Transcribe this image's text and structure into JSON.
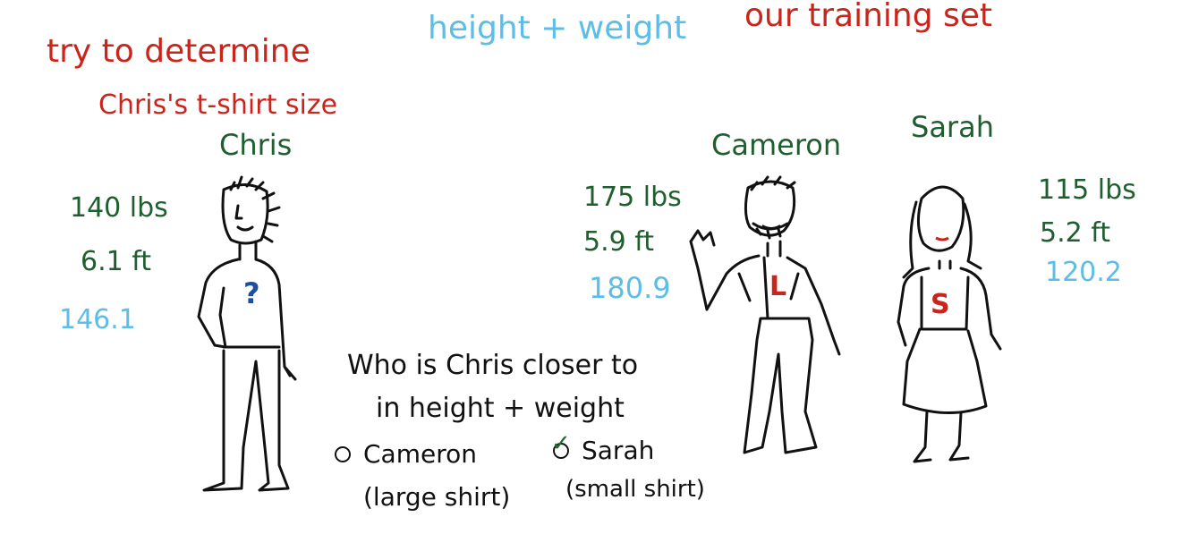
{
  "headings": {
    "task_line1": "try to determine",
    "task_line2": "Chris's t-shirt size",
    "features": "height + weight",
    "training_set": "our training set"
  },
  "people": [
    {
      "name": "Chris",
      "weight": "140 lbs",
      "height": "6.1 ft",
      "sum": "146.1",
      "shirt_letter": "?"
    },
    {
      "name": "Cameron",
      "weight": "175 lbs",
      "height": "5.9 ft",
      "sum": "180.9",
      "shirt_letter": "L"
    },
    {
      "name": "Sarah",
      "weight": "115 lbs",
      "height": "5.2 ft",
      "sum": "120.2",
      "shirt_letter": "S"
    }
  ],
  "question": {
    "line1": "Who is Chris closer to",
    "line2": "in height + weight",
    "options": [
      {
        "label": "Cameron",
        "sub": "(large shirt)",
        "selected": false
      },
      {
        "label": "Sarah",
        "sub": "(small shirt)",
        "selected": true
      }
    ]
  },
  "colors": {
    "red": "#c8261d",
    "blue": "#5bbde8",
    "green": "#1f5e2f",
    "ink": "#111111"
  }
}
